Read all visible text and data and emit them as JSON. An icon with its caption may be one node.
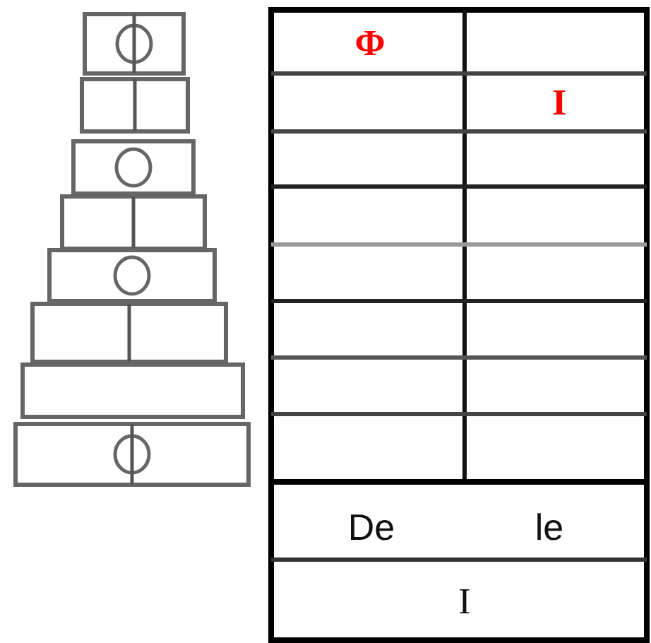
{
  "diagram": {
    "labels": [
      "Φ",
      "I",
      "De",
      "le",
      "I"
    ]
  }
}
